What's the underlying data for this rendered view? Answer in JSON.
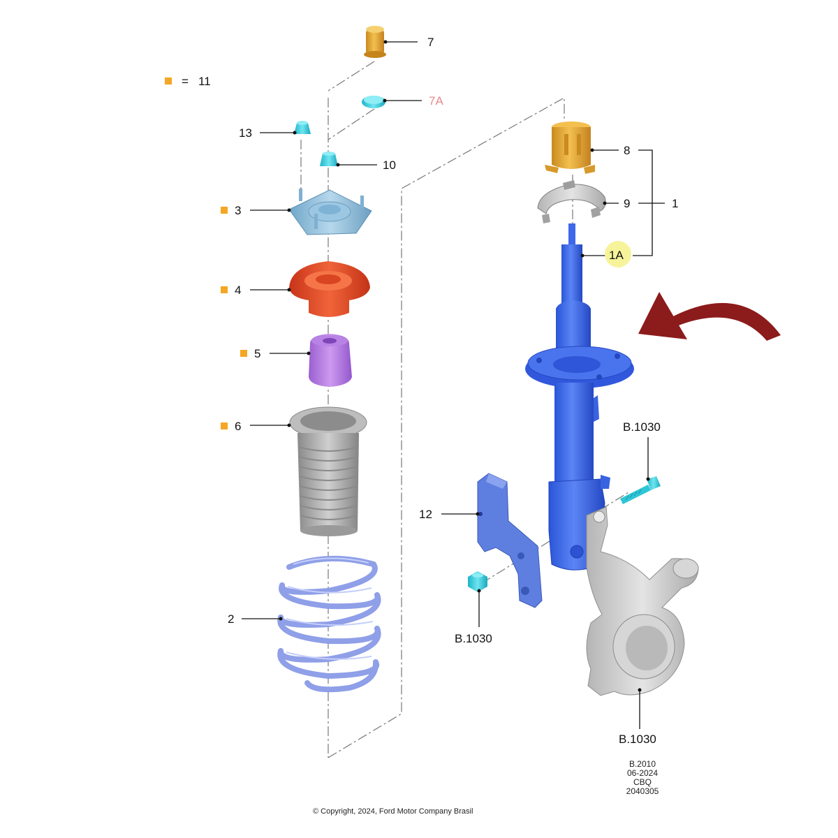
{
  "legend": {
    "equals": "=",
    "value": "11"
  },
  "callouts": {
    "c7": "7",
    "c7a": "7A",
    "c13": "13",
    "c10": "10",
    "c3": "3",
    "c4": "4",
    "c5": "5",
    "c6": "6",
    "c2": "2",
    "c8": "8",
    "c9": "9",
    "c1": "1",
    "c1a": "1A",
    "c12": "12",
    "b1030_top": "B.1030",
    "b1030_left": "B.1030",
    "b1030_bottom": "B.1030"
  },
  "info_block": {
    "line1": "B.2010",
    "line2": "06-2024",
    "line3": "CBQ",
    "line4": "2040305"
  },
  "copyright": "© Copyright, 2024, Ford Motor Company Brasil",
  "colors": {
    "amber": "#e8a83a",
    "cyan": "#38cfe0",
    "mount_blue": "#8fc1de",
    "seat_red": "#e24a22",
    "bumper_purple": "#b77be3",
    "boot_gray": "#a9a9a9",
    "spring_blue": "#8f9fe8",
    "strut_blue": "#3d68ea",
    "knuckle_gray": "#c9c9c9",
    "arrow_red": "#8c1b1b",
    "legend_square": "#f5a623"
  },
  "icons": [
    "dust-cap-icon",
    "rubber-cap-icon",
    "stud-nut-icon",
    "top-nut-icon",
    "top-mount-icon",
    "spring-seat-icon",
    "bump-stop-icon",
    "dust-boot-icon",
    "coil-spring-icon",
    "bump-stop-cover-icon",
    "bearing-plate-icon",
    "strut-icon",
    "bracket-icon",
    "bolt-icon",
    "flange-nut-icon",
    "knuckle-icon",
    "pointer-arrow-icon"
  ]
}
